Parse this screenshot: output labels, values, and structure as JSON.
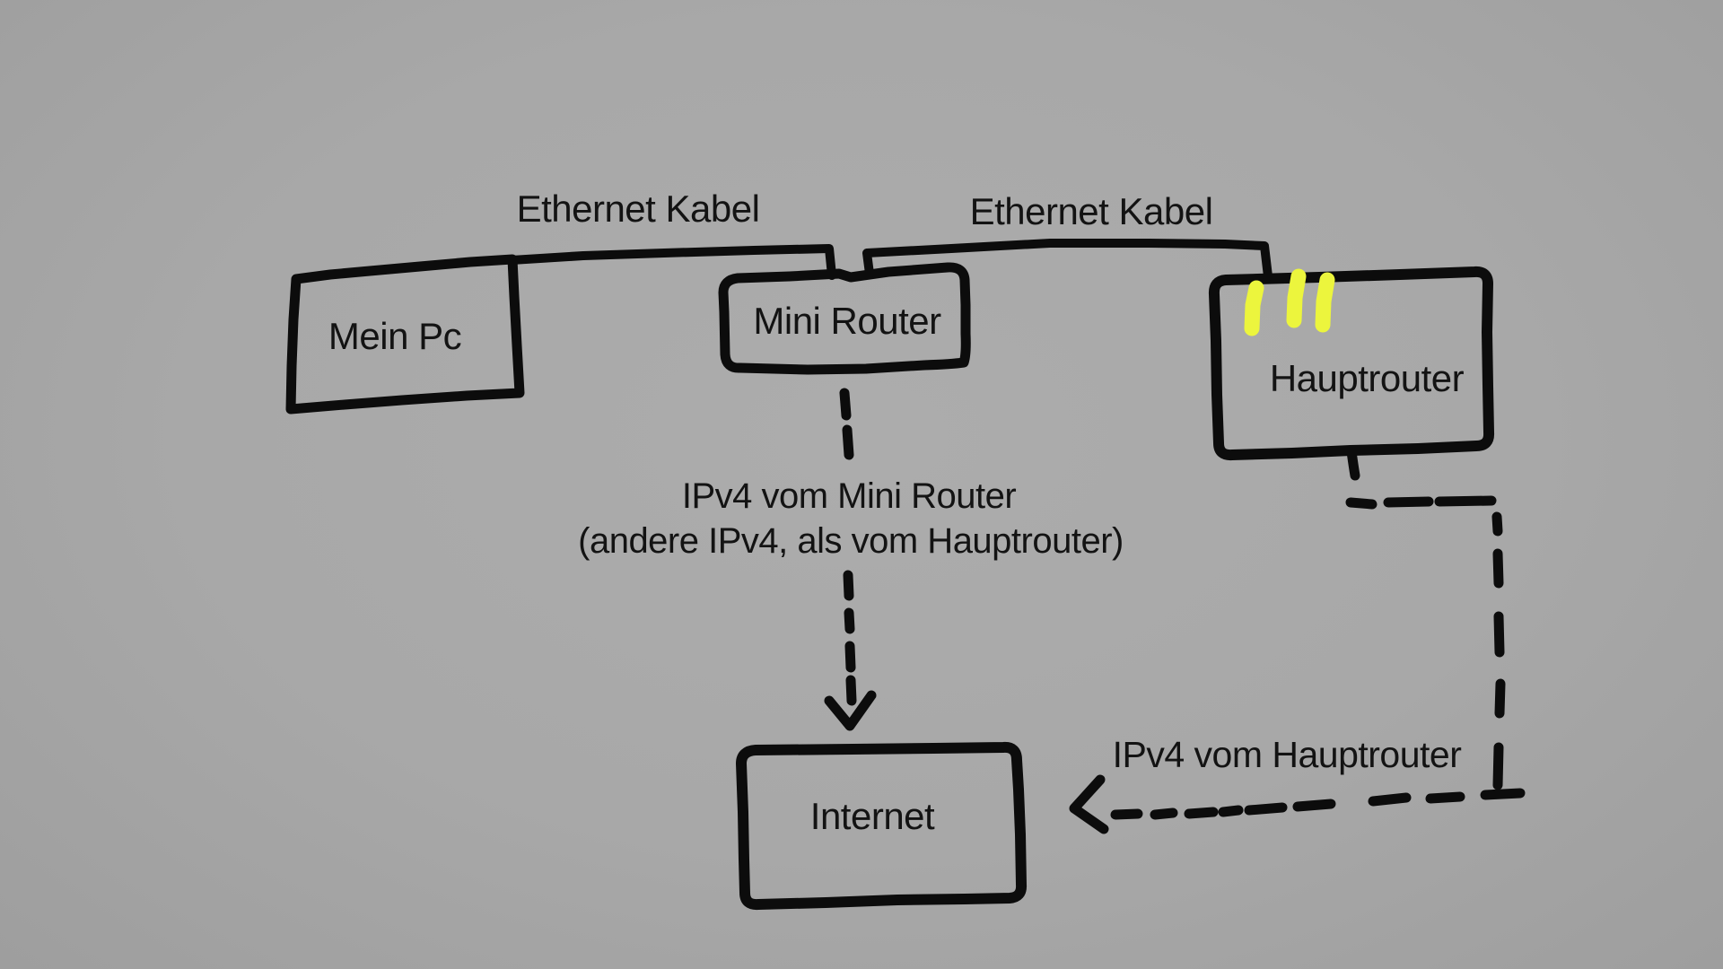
{
  "diagram": {
    "title": "Hand-drawn home network sketch",
    "colors": {
      "background": "#a8a8a8",
      "ink": "#0c0c0c",
      "highlight_yellow": "#ecf53d"
    },
    "nodes": {
      "pc": {
        "label": "Mein Pc"
      },
      "mini_router": {
        "label": "Mini Router"
      },
      "haupt_router": {
        "label": "Hauptrouter"
      },
      "internet": {
        "label": "Internet"
      }
    },
    "edges": {
      "ethernet_1": {
        "label": "Ethernet Kabel",
        "style": "solid"
      },
      "ethernet_2": {
        "label": "Ethernet Kabel",
        "style": "solid"
      },
      "mini_router_to_internet": {
        "label_line1": "IPv4 vom Mini Router",
        "label_line2": "(andere IPv4, als vom Hauptrouter)",
        "style": "dashed-arrow"
      },
      "haupt_router_to_internet": {
        "label": "IPv4 vom Hauptrouter",
        "style": "dashed-arrow"
      }
    },
    "annotations": {
      "led_marks_count": "3"
    }
  }
}
